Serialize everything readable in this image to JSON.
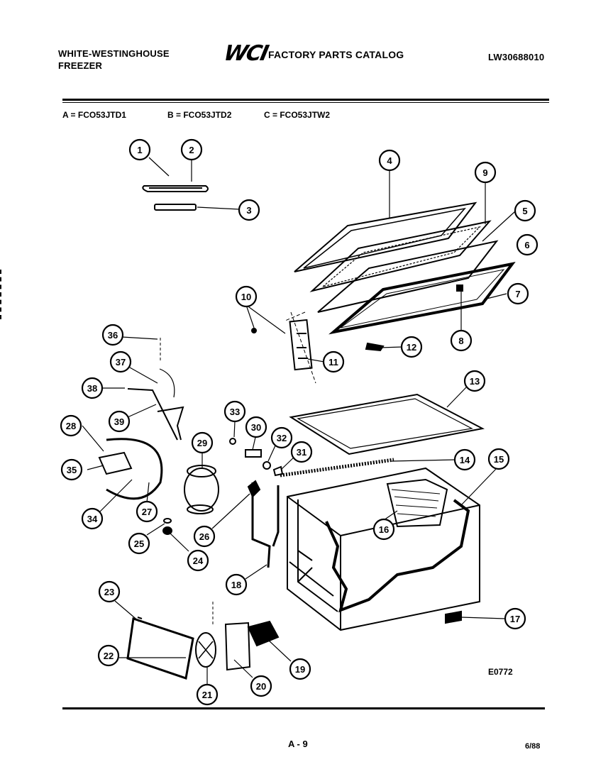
{
  "header": {
    "brand_line1": "WHITE-WESTINGHOUSE",
    "brand_line2": "FREEZER",
    "logo": "WCI",
    "catalog_title": "FACTORY PARTS CATALOG",
    "catalog_number": "LW30688010"
  },
  "models": [
    {
      "label": "A = FCO53JTD1"
    },
    {
      "label": "B = FCO53JTD2"
    },
    {
      "label": "C = FCO53JTW2"
    }
  ],
  "callouts": [
    "1",
    "2",
    "3",
    "4",
    "5",
    "6",
    "7",
    "8",
    "9",
    "10",
    "11",
    "12",
    "13",
    "14",
    "15",
    "16",
    "17",
    "18",
    "19",
    "20",
    "21",
    "22",
    "23",
    "24",
    "25",
    "26",
    "27",
    "28",
    "29",
    "30",
    "31",
    "32",
    "33",
    "34",
    "35",
    "36",
    "37",
    "38",
    "39"
  ],
  "diagram_id": "E0772",
  "footer": {
    "page": "A - 9",
    "date": "6/88"
  }
}
